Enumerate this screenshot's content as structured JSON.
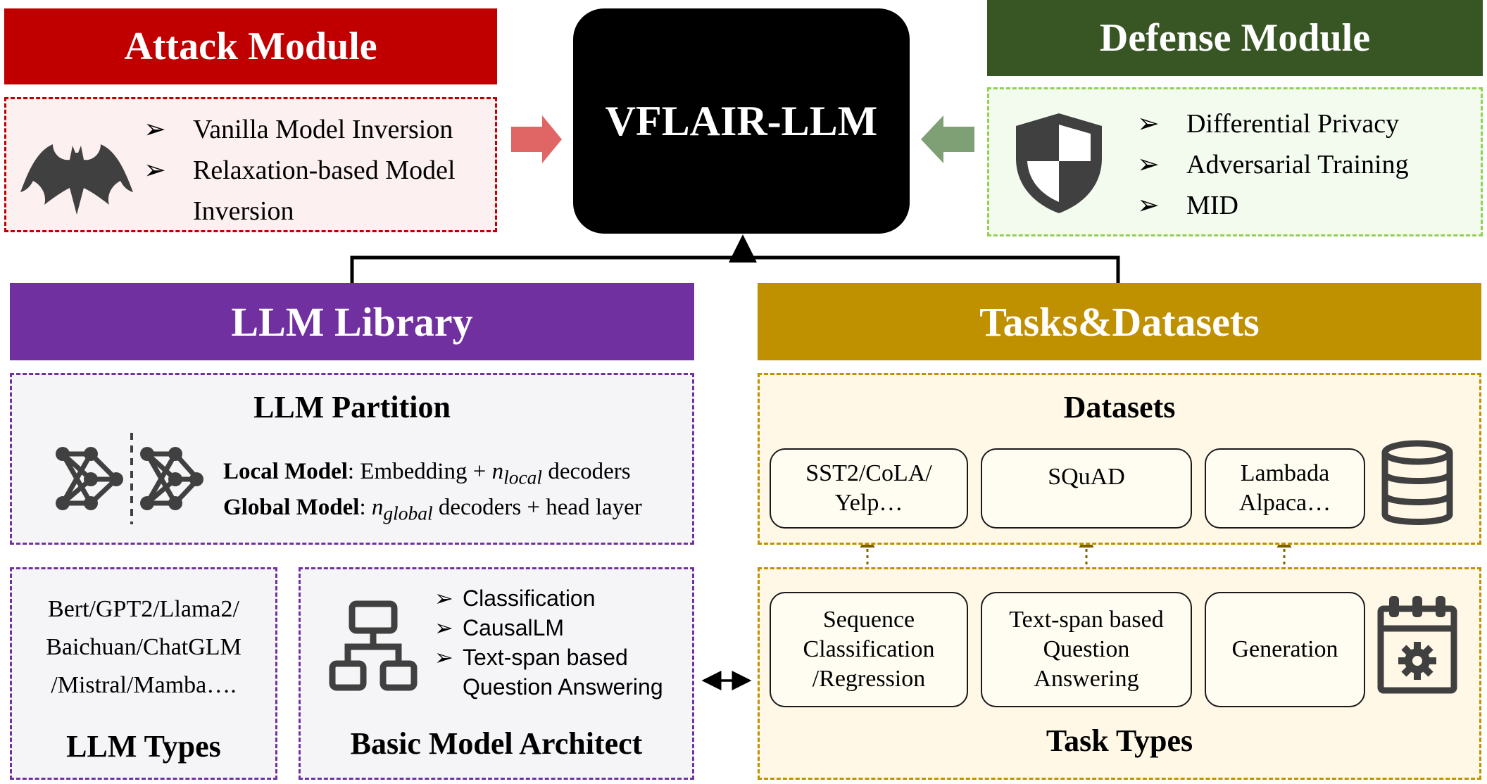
{
  "colors": {
    "attack": "#c00000",
    "defense": "#375623",
    "library": "#7030a0",
    "tasks": "#bf9000",
    "core": "#000000"
  },
  "core": {
    "title": "VFLAIR-LLM"
  },
  "attack": {
    "title": "Attack Module",
    "icon": "bat-icon",
    "items": [
      "Vanilla Model Inversion",
      "Relaxation-based Model",
      "Inversion"
    ]
  },
  "defense": {
    "title": "Defense Module",
    "icon": "shield-icon",
    "items": [
      "Differential Privacy",
      "Adversarial Training",
      "MID"
    ]
  },
  "library": {
    "title": "LLM Library",
    "partition": {
      "title": "LLM Partition",
      "icon": "neural-network-icon",
      "local_label": "Local Model",
      "local_text": ": Embedding + ",
      "local_var": "n",
      "local_sub": "local",
      "local_suffix": " decoders",
      "global_label": "Global Model",
      "global_text": ": ",
      "global_var": "n",
      "global_sub": "global",
      "global_suffix": " decoders + head layer"
    },
    "types": {
      "title": "LLM Types",
      "lines": [
        "Bert/GPT2/Llama2/",
        "Baichuan/ChatGLM",
        "/Mistral/Mamba…."
      ]
    },
    "architect": {
      "title": "Basic Model Architect",
      "icon": "hierarchy-icon",
      "items": [
        "Classification",
        "CausalLM",
        "Text-span based",
        "Question Answering"
      ]
    }
  },
  "tasks": {
    "title": "Tasks&Datasets",
    "datasets": {
      "title": "Datasets",
      "icon": "database-icon",
      "items": [
        "SST2/CoLA/\nYelp…",
        "SQuAD",
        "Lambada\nAlpaca…"
      ]
    },
    "task_types": {
      "title": "Task Types",
      "icon": "calendar-gear-icon",
      "items": [
        "Sequence\nClassification\n/Regression",
        "Text-span based\nQuestion\nAnswering",
        "Generation"
      ]
    }
  }
}
